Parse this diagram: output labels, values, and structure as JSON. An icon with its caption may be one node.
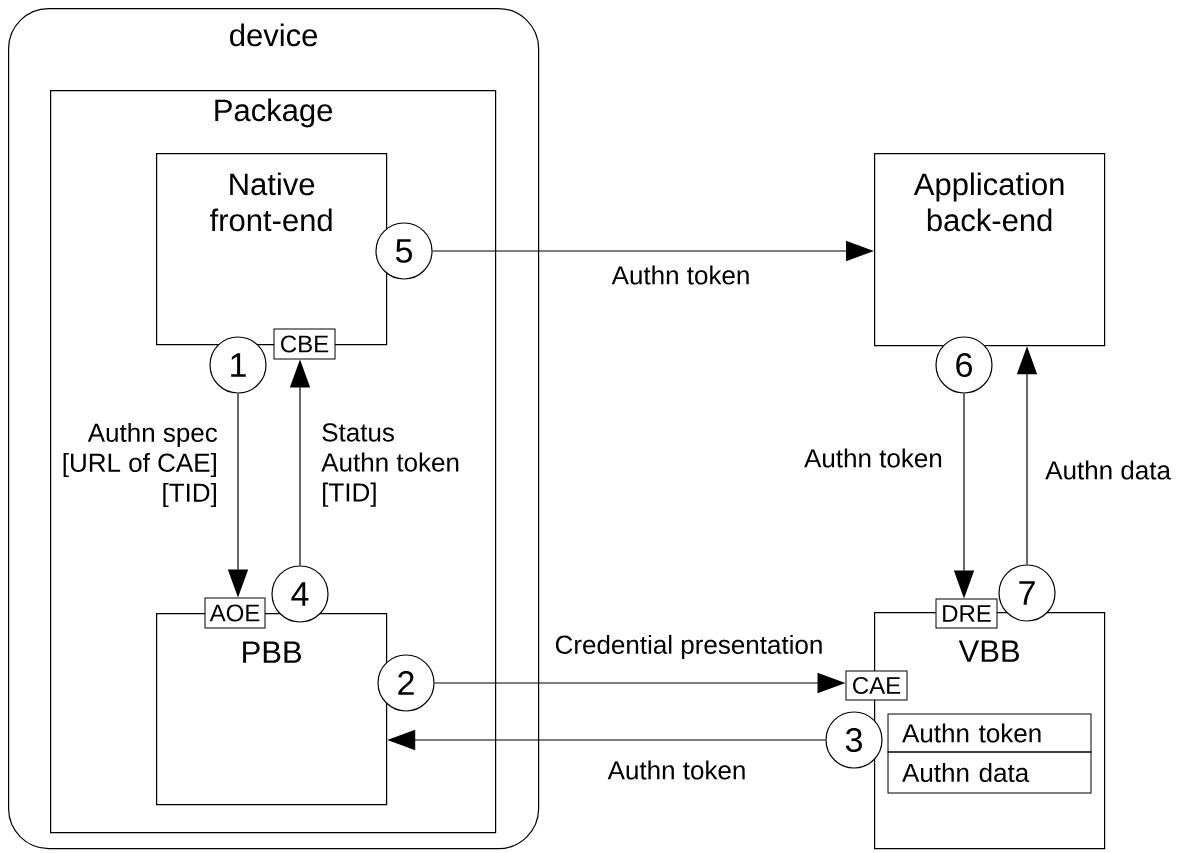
{
  "diagram": {
    "nodes": [
      {
        "text": [
          "device"
        ]
      },
      {
        "text": [
          "Package"
        ],
        "in": 0
      },
      {
        "text": [
          "Native front-end"
        ],
        "in": 1
      },
      {
        "text": [
          "Application back-end"
        ]
      },
      {
        "text": [
          "5"
        ],
        "in": 1
      },
      {
        "text": [
          "1"
        ],
        "in": 1
      },
      {
        "text": [
          "CBE"
        ],
        "in": 1
      },
      {
        "text": [
          "6"
        ]
      },
      {
        "text": [
          "4"
        ],
        "in": 1
      },
      {
        "text": [
          "AOE"
        ],
        "in": 1
      },
      {
        "text": [
          "DRE"
        ]
      },
      {
        "text": [
          "7"
        ]
      },
      {
        "text": [
          "PBB"
        ],
        "in": 1
      },
      {
        "text": [
          "VBB"
        ]
      },
      {
        "text": [
          "2"
        ],
        "in": 1
      },
      {
        "text": [
          "CAE"
        ]
      },
      {
        "text": [
          "3"
        ]
      },
      {
        "text": [
          "Authn token"
        ],
        "in": 13
      },
      {
        "text": [
          "Authn data"
        ],
        "in": 13
      }
    ],
    "edges": [
      {
        "from": 4,
        "to": 3,
        "arrow": "to",
        "label": "Authn token"
      },
      {
        "from": 5,
        "to": 9,
        "arrow": "to",
        "label": "Authn spec [URL of CAE] [TID]"
      },
      {
        "from": 8,
        "to": 6,
        "arrow": "to",
        "label": "Status Authn token [TID]"
      },
      {
        "from": 7,
        "to": 10,
        "arrow": "to",
        "label": "Authn token"
      },
      {
        "from": 11,
        "to": 3,
        "arrow": "to",
        "label": "Authn data"
      },
      {
        "from": 14,
        "to": 15,
        "arrow": "to",
        "label": "Credential presentation"
      },
      {
        "from": 16,
        "to": 12,
        "arrow": "to",
        "label": "Authn token"
      }
    ]
  }
}
